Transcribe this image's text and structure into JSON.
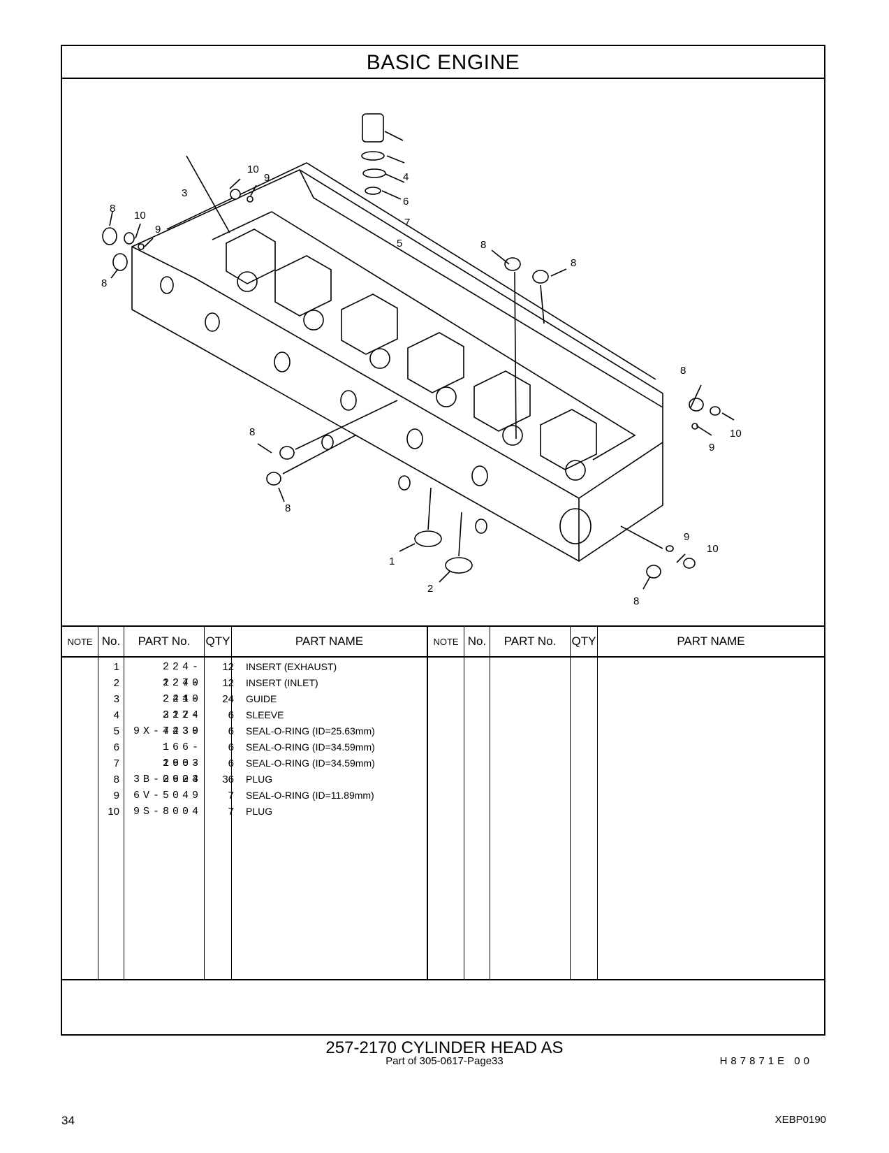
{
  "header": {
    "title": "BASIC   ENGINE"
  },
  "diagram": {
    "callouts": [
      "10",
      "9",
      "3",
      "8",
      "10",
      "9",
      "4",
      "6",
      "7",
      "5",
      "8",
      "8",
      "8",
      "8",
      "9",
      "10",
      "8",
      "8",
      "1",
      "2",
      "9",
      "10",
      "8"
    ]
  },
  "table": {
    "headers": {
      "note": "NOTE",
      "no": "No.",
      "part_no": "PART No.",
      "qty": "QTY",
      "part_name": "PART NAME"
    },
    "rows": [
      {
        "no": "1",
        "part_no": "224-1270",
        "qty": "12",
        "name": "INSERT (EXHAUST)"
      },
      {
        "no": "2",
        "part_no": "224-2410",
        "qty": "12",
        "name": "INSERT (INLET)"
      },
      {
        "no": "3",
        "part_no": "224-3124",
        "qty": "24",
        "name": "GUIDE"
      },
      {
        "no": "4",
        "part_no": "227-4239",
        "qty": "6",
        "name": "SLEEVE"
      },
      {
        "no": "5",
        "part_no": "9X-7430",
        "qty": "6",
        "name": "SEAL-O-RING (ID=25.63mm)"
      },
      {
        "no": "6",
        "part_no": "166-2903",
        "qty": "6",
        "name": "SEAL-O-RING (ID=34.59mm)"
      },
      {
        "no": "7",
        "part_no": "166-2904",
        "qty": "6",
        "name": "SEAL-O-RING (ID=34.59mm)"
      },
      {
        "no": "8",
        "part_no": "3B-0623",
        "qty": "36",
        "name": "PLUG"
      },
      {
        "no": "9",
        "part_no": "6V-5049",
        "qty": "7",
        "name": "SEAL-O-RING (ID=11.89mm)"
      },
      {
        "no": "10",
        "part_no": "9S-8004",
        "qty": "7",
        "name": "PLUG"
      }
    ]
  },
  "reference": "H87871E   00",
  "footer": {
    "main": "257-2170  CYLINDER  HEAD  AS",
    "sub": "Part of 305-0617-Page33",
    "page_number": "34",
    "doc_code": "XEBP0190"
  }
}
